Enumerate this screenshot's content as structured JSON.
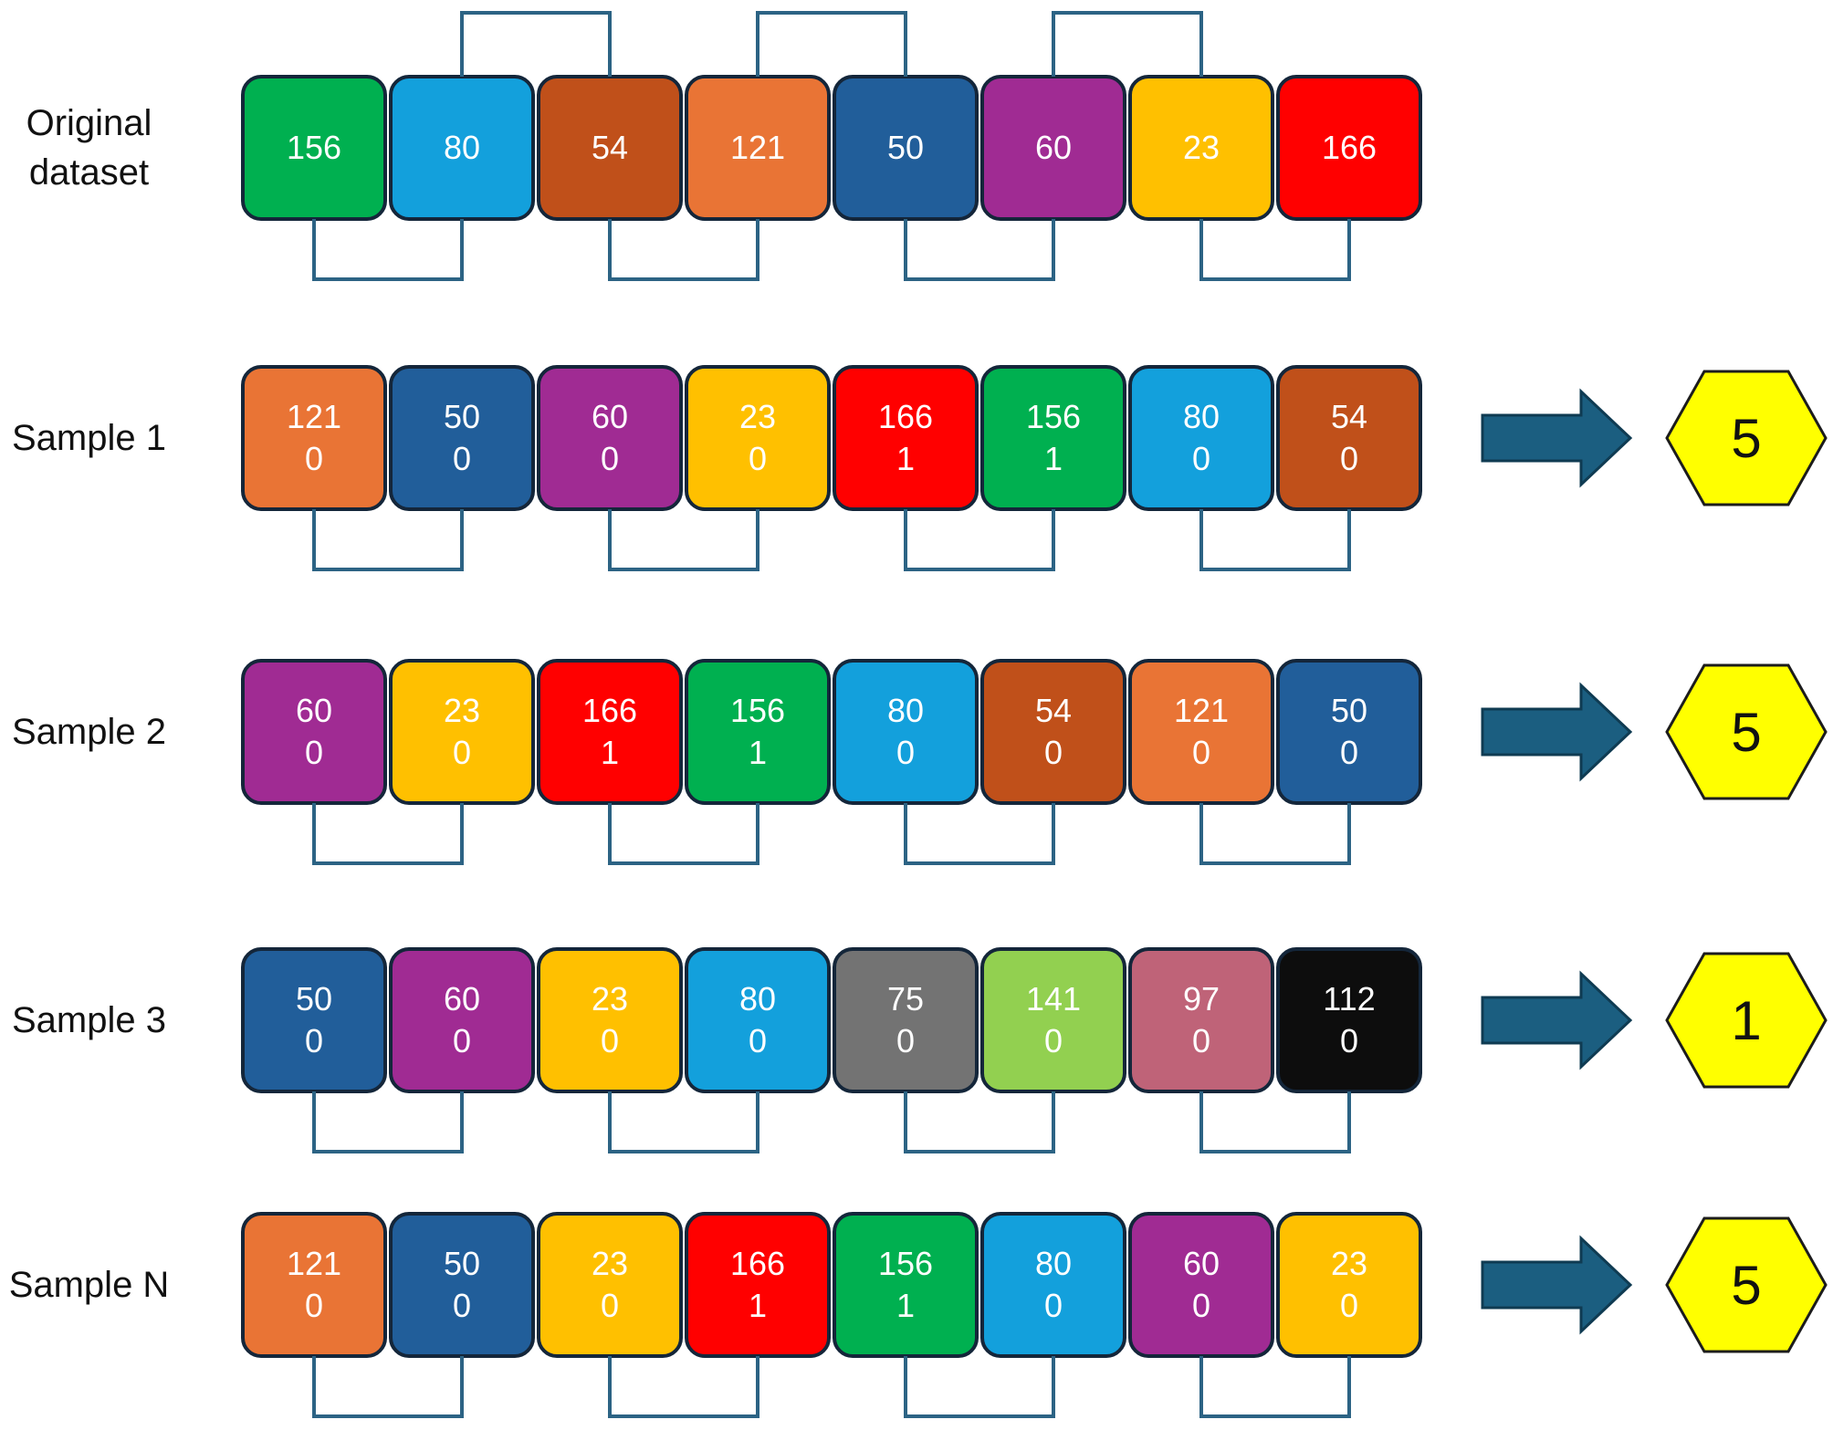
{
  "rows": [
    {
      "label_lines": [
        "Original",
        "dataset"
      ],
      "tiles": [
        {
          "value": "156",
          "color": "#00b050"
        },
        {
          "value": "80",
          "color": "#13a0dc"
        },
        {
          "value": "54",
          "color": "#c0501a"
        },
        {
          "value": "121",
          "color": "#e97435"
        },
        {
          "value": "50",
          "color": "#215e9a"
        },
        {
          "value": "60",
          "color": "#a02b93"
        },
        {
          "value": "23",
          "color": "#ffc000"
        },
        {
          "value": "166",
          "color": "#ff0000"
        }
      ],
      "result": ""
    },
    {
      "label_lines": [
        "Sample 1"
      ],
      "tiles": [
        {
          "value": "121",
          "flag": "0",
          "color": "#e97435"
        },
        {
          "value": "50",
          "flag": "0",
          "color": "#215e9a"
        },
        {
          "value": "60",
          "flag": "0",
          "color": "#a02b93"
        },
        {
          "value": "23",
          "flag": "0",
          "color": "#ffc000"
        },
        {
          "value": "166",
          "flag": "1",
          "color": "#ff0000"
        },
        {
          "value": "156",
          "flag": "1",
          "color": "#00b050"
        },
        {
          "value": "80",
          "flag": "0",
          "color": "#13a0dc"
        },
        {
          "value": "54",
          "flag": "0",
          "color": "#c0501a"
        }
      ],
      "result": "5"
    },
    {
      "label_lines": [
        "Sample 2"
      ],
      "tiles": [
        {
          "value": "60",
          "flag": "0",
          "color": "#a02b93"
        },
        {
          "value": "23",
          "flag": "0",
          "color": "#ffc000"
        },
        {
          "value": "166",
          "flag": "1",
          "color": "#ff0000"
        },
        {
          "value": "156",
          "flag": "1",
          "color": "#00b050"
        },
        {
          "value": "80",
          "flag": "0",
          "color": "#13a0dc"
        },
        {
          "value": "54",
          "flag": "0",
          "color": "#c0501a"
        },
        {
          "value": "121",
          "flag": "0",
          "color": "#e97435"
        },
        {
          "value": "50",
          "flag": "0",
          "color": "#215e9a"
        }
      ],
      "result": "5"
    },
    {
      "label_lines": [
        "Sample 3"
      ],
      "tiles": [
        {
          "value": "50",
          "flag": "0",
          "color": "#215e9a"
        },
        {
          "value": "60",
          "flag": "0",
          "color": "#a02b93"
        },
        {
          "value": "23",
          "flag": "0",
          "color": "#ffc000"
        },
        {
          "value": "80",
          "flag": "0",
          "color": "#13a0dc"
        },
        {
          "value": "75",
          "flag": "0",
          "color": "#737373"
        },
        {
          "value": "141",
          "flag": "0",
          "color": "#92d050"
        },
        {
          "value": "97",
          "flag": "0",
          "color": "#bf6378"
        },
        {
          "value": "112",
          "flag": "0",
          "color": "#0d0d0d"
        }
      ],
      "result": "1"
    },
    {
      "label_lines": [
        "Sample N"
      ],
      "tiles": [
        {
          "value": "121",
          "flag": "0",
          "color": "#e97435"
        },
        {
          "value": "50",
          "flag": "0",
          "color": "#215e9a"
        },
        {
          "value": "23",
          "flag": "0",
          "color": "#ffc000"
        },
        {
          "value": "166",
          "flag": "1",
          "color": "#ff0000"
        },
        {
          "value": "156",
          "flag": "1",
          "color": "#00b050"
        },
        {
          "value": "80",
          "flag": "0",
          "color": "#13a0dc"
        },
        {
          "value": "60",
          "flag": "0",
          "color": "#a02b93"
        },
        {
          "value": "23",
          "flag": "0",
          "color": "#ffc000"
        }
      ],
      "result": "5"
    }
  ],
  "colors": {
    "tile_border": "#14263a",
    "connector": "#2c6384",
    "arrow_fill": "#1b5e80",
    "arrow_stroke": "#0f3b52",
    "hexagon_fill": "#ffff00",
    "hexagon_stroke": "#1c1c1c"
  }
}
